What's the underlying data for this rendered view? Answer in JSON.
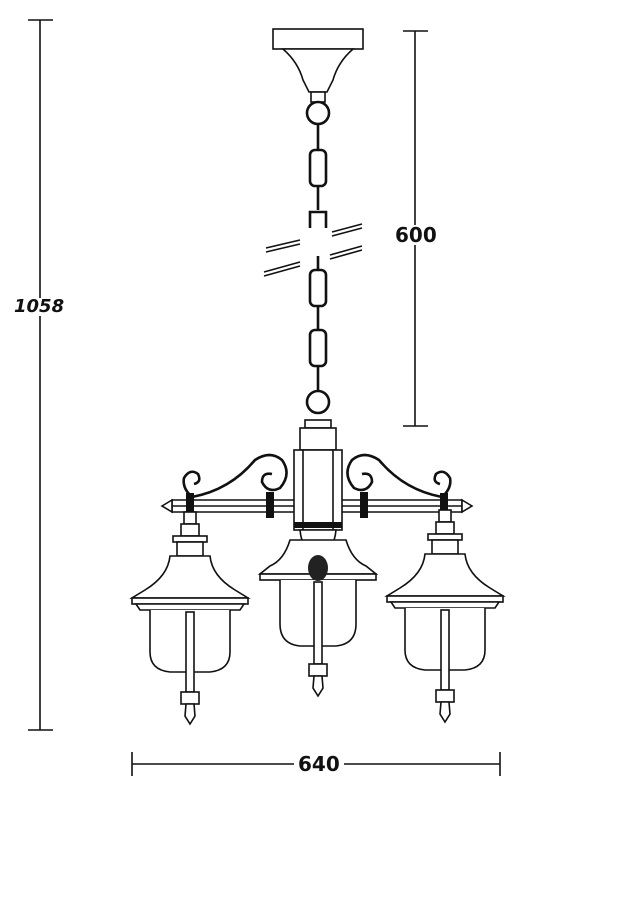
{
  "dimensions": {
    "total_height": "1058",
    "chain_length": "600",
    "width": "640"
  },
  "colors": {
    "line": "#111111",
    "background": "#ffffff"
  }
}
